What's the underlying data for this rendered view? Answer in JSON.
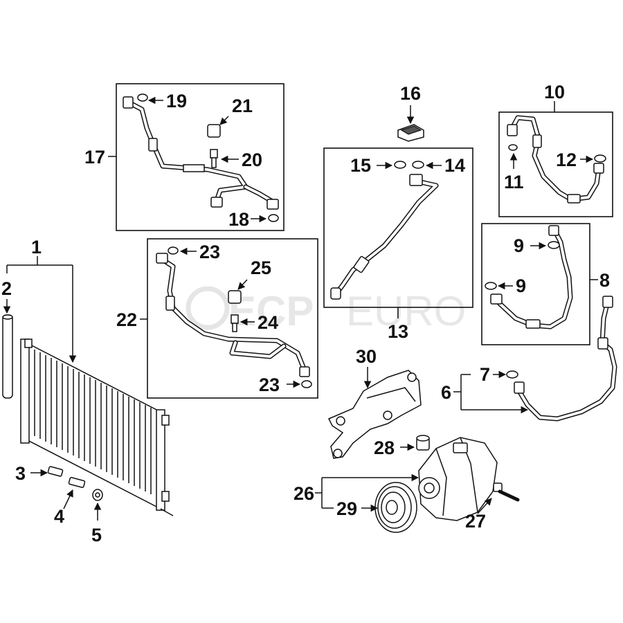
{
  "watermark": {
    "brand": "ECP",
    "suffix": "EURO"
  },
  "callouts": {
    "c1": "1",
    "c2": "2",
    "c3": "3",
    "c4": "4",
    "c5": "5",
    "c6": "6",
    "c7": "7",
    "c8": "8",
    "c9a": "9",
    "c9b": "9",
    "c10": "10",
    "c11": "11",
    "c12": "12",
    "c13": "13",
    "c14": "14",
    "c15": "15",
    "c16": "16",
    "c17": "17",
    "c18": "18",
    "c19": "19",
    "c20": "20",
    "c21": "21",
    "c22": "22",
    "c23a": "23",
    "c23b": "23",
    "c24": "24",
    "c25": "25",
    "c26": "26",
    "c27": "27",
    "c28": "28",
    "c29": "29",
    "c30": "30"
  },
  "colors": {
    "line": "#111111",
    "watermark": "#cccccc",
    "background": "#ffffff"
  }
}
